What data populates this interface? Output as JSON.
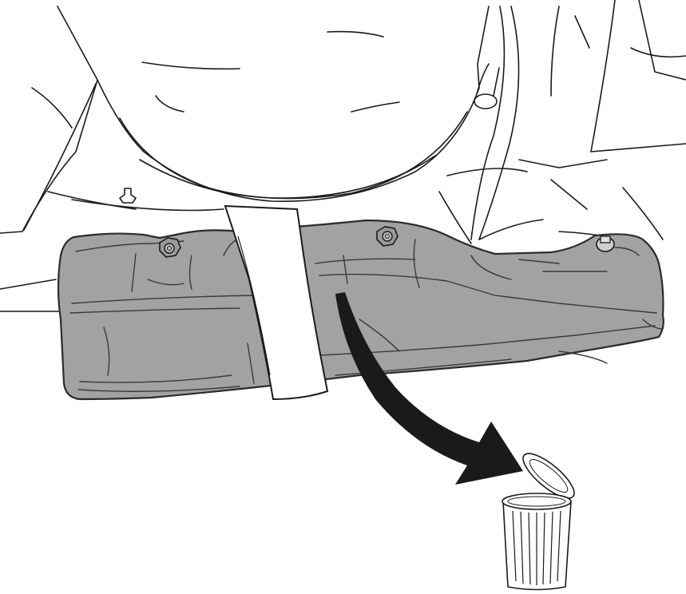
{
  "colors": {
    "background": "#ffffff",
    "line": "#1a1a1a",
    "heat_shield_fill": "#a2a2a2",
    "heat_shield_edge": "#2b2b2b",
    "arrow": "#1a1a1a"
  },
  "parts": {
    "heat_shield": "heat-shield-panel",
    "fasteners": [
      "nut-left",
      "nut-center",
      "clip-right"
    ],
    "arrow": "removal-arrow",
    "bin": "trash-bin-icon"
  }
}
